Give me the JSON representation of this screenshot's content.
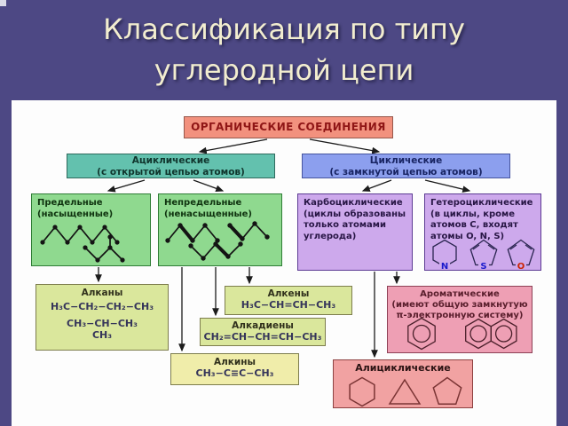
{
  "slide": {
    "title_line1": "Классификация по типу",
    "title_line2": "углеродной цепи"
  },
  "colors": {
    "background": "#4d4884",
    "title_text": "#f2edcf",
    "panel": "#fdfdfd",
    "root_box": "#f2917e",
    "acyclic_box": "#63c1ae",
    "cyclic_box": "#8c9fee",
    "saturation_boxes": "#8fd98f",
    "cyclic_sub_boxes": "#cda9ec",
    "alkane_boxes": "#dae79c",
    "alkyne_box": "#f0edaa",
    "aromatic_box": "#ee9fb4",
    "alicyclic_box": "#f1a2a2"
  },
  "flowchart": {
    "root": {
      "label": "ОРГАНИЧЕСКИЕ СОЕДИНЕНИЯ"
    },
    "acyclic": {
      "title": "Ациклические",
      "subtitle": "(с открытой цепью атомов)"
    },
    "cyclic": {
      "title": "Циклические",
      "subtitle": "(с замкнутой цепью атомов)"
    },
    "saturated": {
      "title": "Предельные",
      "subtitle": "(насыщенные)"
    },
    "unsaturated": {
      "title": "Непредельные",
      "subtitle": "(ненасыщенные)"
    },
    "carbocyclic": {
      "title": "Карбоциклические",
      "line1": "(циклы образованы",
      "line2": "только атомами",
      "line3": "углерода)"
    },
    "heterocyclic": {
      "title": "Гетероциклические",
      "line1": "(в циклы, кроме",
      "line2": "атомов C, входят",
      "line3": "атомы  O, N, S)",
      "atom_n": "N",
      "atom_s": "S",
      "atom_o": "O"
    },
    "alkanes": {
      "title": "Алканы",
      "formula1": "H₃C−CH₂−CH₂−CH₃",
      "formula2": "CH₃−CH−CH₃",
      "formula3": "CH₃"
    },
    "alkenes": {
      "title": "Алкены",
      "formula": "H₃C−CH=CH−CH₃"
    },
    "alkadienes": {
      "title": "Алкадиены",
      "formula": "CH₂=CH−CH=CH−CH₃"
    },
    "alkynes": {
      "title": "Алкины",
      "formula": "CH₃−C≡C−CH₃"
    },
    "aromatic": {
      "title": "Ароматические",
      "line1": "(имеют общую замкнутую",
      "line2": "π-электронную систему)"
    },
    "alicyclic": {
      "title": "Алициклические"
    }
  }
}
